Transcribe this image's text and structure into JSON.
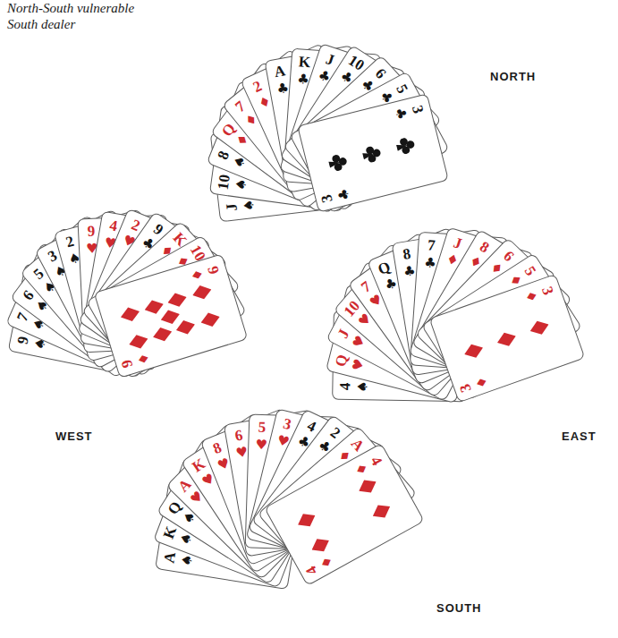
{
  "diagram": {
    "nodes": [
      {
        "text": [
          "J",
          "♠"
        ]
      },
      {
        "text": [
          "10",
          "♠"
        ]
      },
      {
        "text": [
          "8",
          "♠"
        ]
      },
      {
        "text": [
          "Q",
          "♦"
        ]
      },
      {
        "text": [
          "7",
          "♦"
        ]
      },
      {
        "text": [
          "2",
          "♦"
        ]
      },
      {
        "text": [
          "A",
          "♣"
        ]
      },
      {
        "text": [
          "K",
          "♣"
        ]
      },
      {
        "text": [
          "J",
          "♣"
        ]
      },
      {
        "text": [
          "10",
          "♣"
        ]
      },
      {
        "text": [
          "6",
          "♣"
        ]
      },
      {
        "text": [
          "5",
          "♣"
        ]
      },
      {
        "text": [
          "3",
          "♣",
          "3",
          "♣"
        ]
      },
      {
        "text": [
          "9",
          "♠"
        ]
      },
      {
        "text": [
          "7",
          "♠"
        ]
      },
      {
        "text": [
          "6",
          "♠"
        ]
      },
      {
        "text": [
          "5",
          "♠"
        ]
      },
      {
        "text": [
          "3",
          "♠"
        ]
      },
      {
        "text": [
          "2",
          "♠"
        ]
      },
      {
        "text": [
          "9",
          "♥"
        ]
      },
      {
        "text": [
          "4",
          "♥"
        ]
      },
      {
        "text": [
          "2",
          "♥"
        ]
      },
      {
        "text": [
          "9",
          "♣"
        ]
      },
      {
        "text": [
          "K",
          "♦"
        ]
      },
      {
        "text": [
          "10",
          "♦"
        ]
      },
      {
        "text": [
          "9",
          "♦",
          "9",
          "♦"
        ]
      },
      {
        "text": [
          "4",
          "♠"
        ]
      },
      {
        "text": [
          "Q",
          "♥"
        ]
      },
      {
        "text": [
          "J",
          "♥"
        ]
      },
      {
        "text": [
          "10",
          "♥"
        ]
      },
      {
        "text": [
          "7",
          "♥"
        ]
      },
      {
        "text": [
          "Q",
          "♣"
        ]
      },
      {
        "text": [
          "8",
          "♣"
        ]
      },
      {
        "text": [
          "7",
          "♣"
        ]
      },
      {
        "text": [
          "J",
          "♦"
        ]
      },
      {
        "text": [
          "8",
          "♦"
        ]
      },
      {
        "text": [
          "6",
          "♦"
        ]
      },
      {
        "text": [
          "5",
          "♦"
        ]
      },
      {
        "text": [
          "3",
          "♦",
          "3",
          "♦"
        ]
      },
      {
        "text": [
          "A",
          "♠"
        ]
      },
      {
        "text": [
          "K",
          "♠"
        ]
      },
      {
        "text": [
          "Q",
          "♠"
        ]
      },
      {
        "text": [
          "A",
          "♥"
        ]
      },
      {
        "text": [
          "K",
          "♥"
        ]
      },
      {
        "text": [
          "8",
          "♥"
        ]
      },
      {
        "text": [
          "6",
          "♥"
        ]
      },
      {
        "text": [
          "5",
          "♥"
        ]
      },
      {
        "text": [
          "3",
          "♥"
        ]
      },
      {
        "text": [
          "4",
          "♣"
        ]
      },
      {
        "text": [
          "2",
          "♣"
        ]
      },
      {
        "text": [
          "A",
          "♦"
        ]
      },
      {
        "text": [
          "4",
          "♦",
          "4",
          "♦"
        ]
      }
    ],
    "labels": [
      "North-South vulnerable",
      "South dealer",
      "NORTH",
      "WEST",
      "EAST",
      "SOUTH"
    ]
  }
}
